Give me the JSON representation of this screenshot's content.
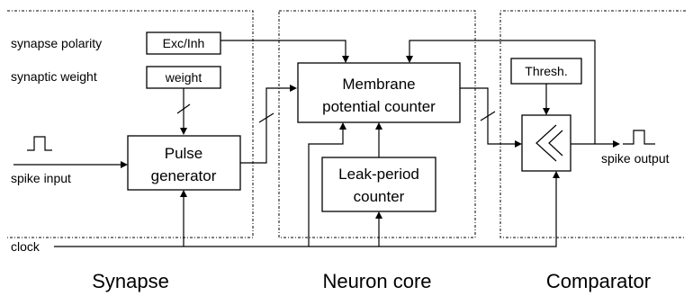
{
  "sections": {
    "synapse": "Synapse",
    "neuron_core": "Neuron core",
    "comparator": "Comparator"
  },
  "labels": {
    "synapse_polarity": "synapse polarity",
    "synaptic_weight": "synaptic weight",
    "spike_input": "spike input",
    "spike_output": "spike output",
    "clock": "clock"
  },
  "blocks": {
    "exc_inh": "Exc/Inh",
    "weight": "weight",
    "pulse_generator": [
      "Pulse",
      "generator"
    ],
    "membrane_potential_counter": [
      "Membrane",
      "potential counter"
    ],
    "leak_period_counter": [
      "Leak-period",
      "counter"
    ],
    "threshold": "Thresh."
  }
}
